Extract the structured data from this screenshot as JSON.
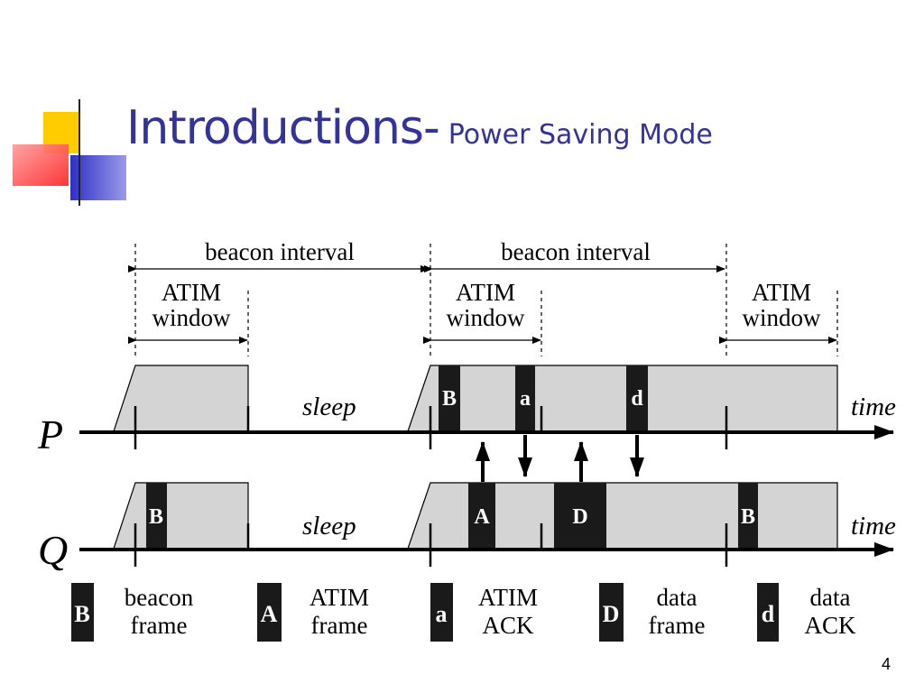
{
  "slide": {
    "title": "Introductions-",
    "subtitle": "Power Saving Mode",
    "page_number": "4"
  },
  "colors": {
    "title": "#333399",
    "frame_fill": "#d4d4d4",
    "frame_dark": "#1a1a1a",
    "deco_yellow": "#ffcc00",
    "deco_blue": "#2f2fc8",
    "deco_red": "#ff4444"
  },
  "diagram": {
    "interval_labels": [
      "beacon interval",
      "beacon interval"
    ],
    "window_labels": [
      {
        "line1": "ATIM",
        "line2": "window"
      },
      {
        "line1": "ATIM",
        "line2": "window"
      },
      {
        "line1": "ATIM",
        "line2": "window"
      }
    ],
    "stations": [
      {
        "name": "P",
        "sleep_label": "sleep",
        "time_label": "time",
        "frames": [
          "B",
          "a",
          "d"
        ]
      },
      {
        "name": "Q",
        "sleep_label": "sleep",
        "time_label": "time",
        "frames": [
          "B",
          "A",
          "D",
          "B"
        ]
      }
    ],
    "legend": [
      {
        "symbol": "B",
        "line1": "beacon",
        "line2": "frame"
      },
      {
        "symbol": "A",
        "line1": "ATIM",
        "line2": "frame"
      },
      {
        "symbol": "a",
        "line1": "ATIM",
        "line2": "ACK"
      },
      {
        "symbol": "D",
        "line1": "data",
        "line2": "frame"
      },
      {
        "symbol": "d",
        "line1": "data",
        "line2": "ACK"
      }
    ]
  }
}
